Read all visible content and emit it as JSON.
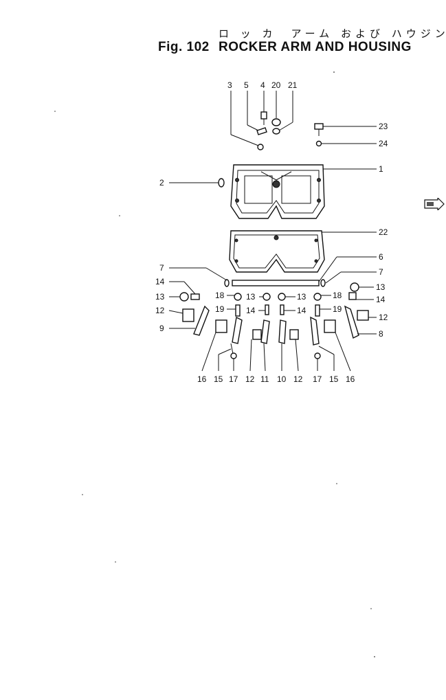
{
  "header": {
    "title_jp": "ロ ッ カ　アーム および ハウジング",
    "figure_label": "Fig. 102",
    "title_en": "ROCKER ARM AND HOUSING"
  },
  "callouts": [
    {
      "id": "c3",
      "text": "3"
    },
    {
      "id": "c5",
      "text": "5"
    },
    {
      "id": "c4",
      "text": "4"
    },
    {
      "id": "c20",
      "text": "20"
    },
    {
      "id": "c21",
      "text": "21"
    },
    {
      "id": "c23",
      "text": "23"
    },
    {
      "id": "c24",
      "text": "24"
    },
    {
      "id": "c1",
      "text": "1"
    },
    {
      "id": "c2",
      "text": "2"
    },
    {
      "id": "c22",
      "text": "22"
    },
    {
      "id": "c6",
      "text": "6"
    },
    {
      "id": "c7a",
      "text": "7"
    },
    {
      "id": "c7b",
      "text": "7"
    },
    {
      "id": "c14a",
      "text": "14"
    },
    {
      "id": "c13a",
      "text": "13"
    },
    {
      "id": "c13b",
      "text": "13"
    },
    {
      "id": "c13c",
      "text": "13"
    },
    {
      "id": "c13d",
      "text": "13"
    },
    {
      "id": "c18a",
      "text": "18"
    },
    {
      "id": "c18b",
      "text": "18"
    },
    {
      "id": "c19a",
      "text": "19"
    },
    {
      "id": "c19b",
      "text": "19"
    },
    {
      "id": "c14b",
      "text": "14"
    },
    {
      "id": "c14c",
      "text": "14"
    },
    {
      "id": "c14d",
      "text": "14"
    },
    {
      "id": "c12a",
      "text": "12"
    },
    {
      "id": "c12b",
      "text": "12"
    },
    {
      "id": "c9",
      "text": "9"
    },
    {
      "id": "c8",
      "text": "8"
    },
    {
      "id": "b16a",
      "text": "16"
    },
    {
      "id": "b15a",
      "text": "15"
    },
    {
      "id": "b17a",
      "text": "17"
    },
    {
      "id": "b12a",
      "text": "12"
    },
    {
      "id": "b11",
      "text": "11"
    },
    {
      "id": "b10",
      "text": "10"
    },
    {
      "id": "b12b",
      "text": "12"
    },
    {
      "id": "b17b",
      "text": "17"
    },
    {
      "id": "b15b",
      "text": "15"
    },
    {
      "id": "b16b",
      "text": "16"
    }
  ],
  "icons": {
    "next_page": "arrow-right-tab-icon"
  }
}
